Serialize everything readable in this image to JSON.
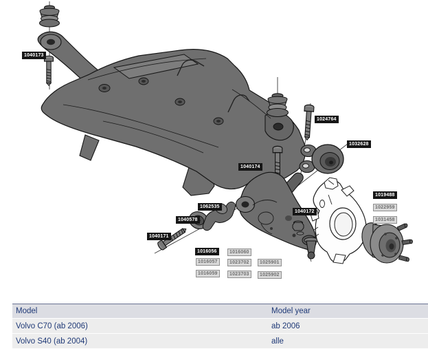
{
  "diagram": {
    "description": "Exploded parts diagram of front subframe, control arm, steering knuckle and wheel hub",
    "part_labels": [
      {
        "text": "1040173",
        "state": "active"
      },
      {
        "text": "1040174",
        "state": "active"
      },
      {
        "text": "1024764",
        "state": "active"
      },
      {
        "text": "1032628",
        "state": "active"
      },
      {
        "text": "1019488",
        "state": "active"
      },
      {
        "text": "1022959",
        "state": "inactive"
      },
      {
        "text": "1031458",
        "state": "inactive"
      },
      {
        "text": "1062535",
        "state": "active"
      },
      {
        "text": "1040578",
        "state": "active"
      },
      {
        "text": "1040171",
        "state": "active"
      },
      {
        "text": "1040172",
        "state": "active"
      },
      {
        "text": "1016056",
        "state": "active"
      },
      {
        "text": "1016060",
        "state": "inactive"
      },
      {
        "text": "1016057",
        "state": "inactive"
      },
      {
        "text": "1023702",
        "state": "inactive"
      },
      {
        "text": "1025901",
        "state": "inactive"
      },
      {
        "text": "1016059",
        "state": "inactive"
      },
      {
        "text": "1023703",
        "state": "inactive"
      },
      {
        "text": "1025902",
        "state": "inactive"
      }
    ]
  },
  "table": {
    "headers": {
      "model": "Model",
      "model_year": "Model year"
    },
    "rows": [
      {
        "model": "Volvo C70 (ab 2006)",
        "model_year": "ab 2006"
      },
      {
        "model": "Volvo S40 (ab 2004)",
        "model_year": "alle"
      }
    ]
  },
  "colors": {
    "label_active_bg": "#161616",
    "label_active_text": "#ffffff",
    "label_inactive_bg": "#d9d9d9",
    "label_inactive_text": "#6e6e6e",
    "label_inactive_border": "#8f8f8f",
    "table_text": "#203a77",
    "table_header_bg": "#dcdde3",
    "table_row_bg": "#ededed",
    "part_fill_gray": "#6f6f6f"
  }
}
